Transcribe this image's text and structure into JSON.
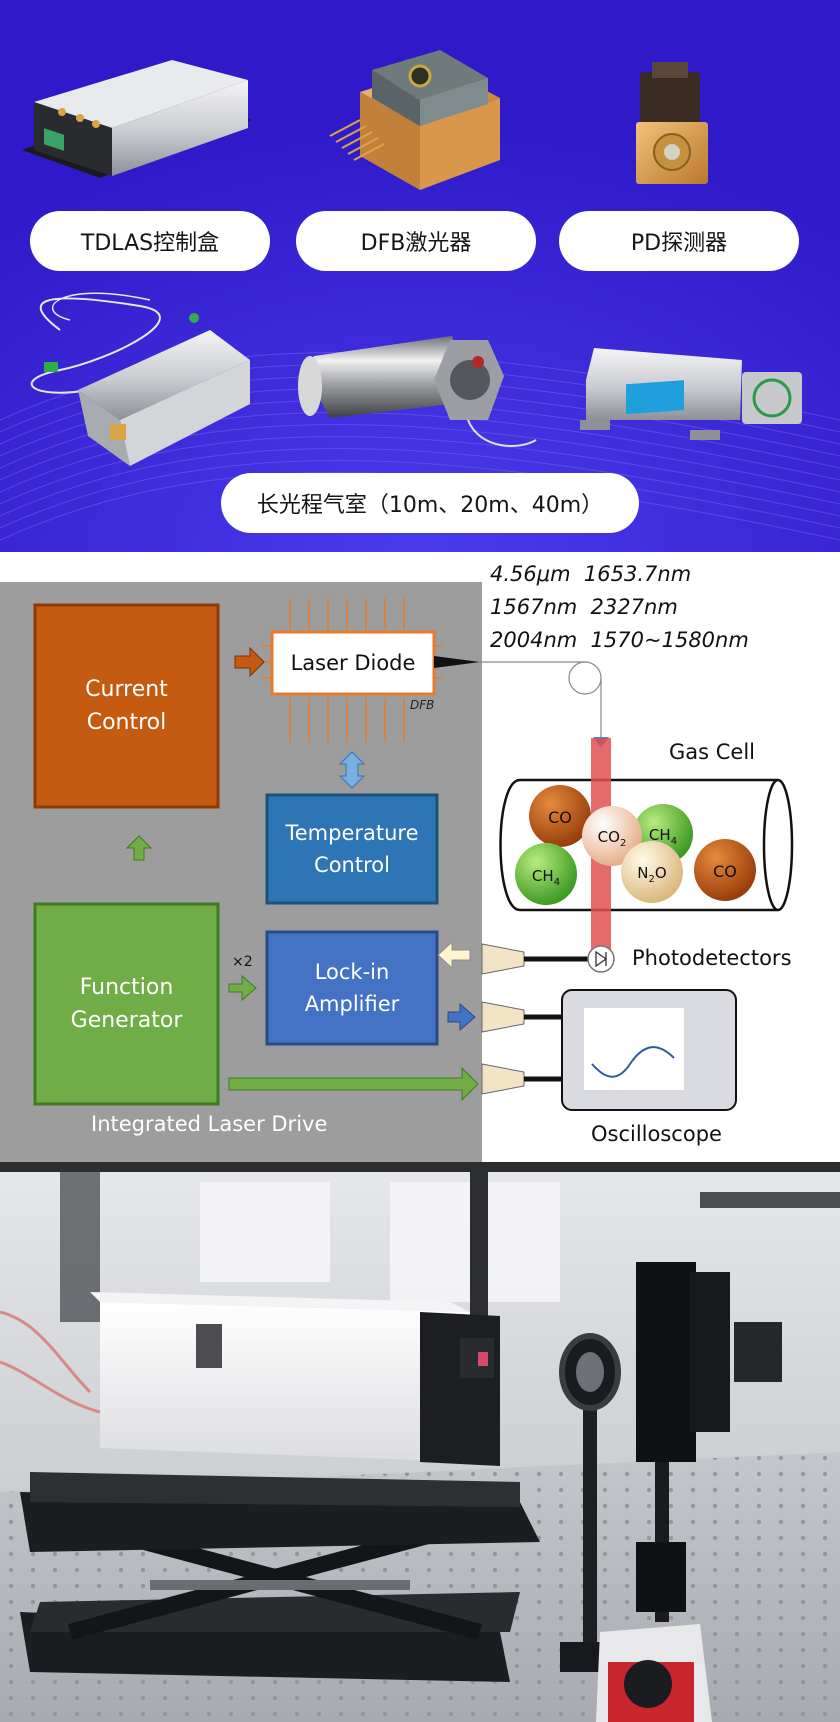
{
  "products": {
    "tdlas_box": "TDLAS控制盒",
    "dfb_laser": "DFB激光器",
    "pd_detector": "PD探测器",
    "gas_cell": "长光程气室（10m、20m、40m）"
  },
  "diagram": {
    "wavelengths": {
      "line1": "4.56μm  1653.7nm",
      "line2": "1567nm  2327nm",
      "line3": "2004nm  1570~1580nm"
    },
    "current_control": "Current\nControl",
    "laser_diode": "Laser Diode",
    "dfb_tag": "DFB",
    "temperature_control": "Temperature\nControl",
    "function_generator": "Function\nGenerator",
    "times_two": "×2",
    "lock_in": "Lock-in\nAmplifier",
    "integrated_laser_drive": "Integrated Laser Drive",
    "gas_cell": "Gas Cell",
    "photodetectors": "Photodetectors",
    "oscilloscope": "Oscilloscope",
    "molecules": {
      "co_a": "CO",
      "co2": "CO",
      "co2_sub": "2",
      "ch4_a": "CH",
      "ch4_a_sub": "4",
      "ch4_b": "CH",
      "ch4_b_sub": "4",
      "n2o": "N",
      "n2o_sub": "2",
      "n2o_tail": "O",
      "co_b": "CO"
    }
  },
  "colors": {
    "top_background": "#2f19c8",
    "drive_background": "#9d9d9d",
    "current_control": "#c55a11",
    "temperature_control": "#2e75b6",
    "function_generator": "#70ad47",
    "lock_in": "#4472c4",
    "laser_beam": "#e05050"
  }
}
